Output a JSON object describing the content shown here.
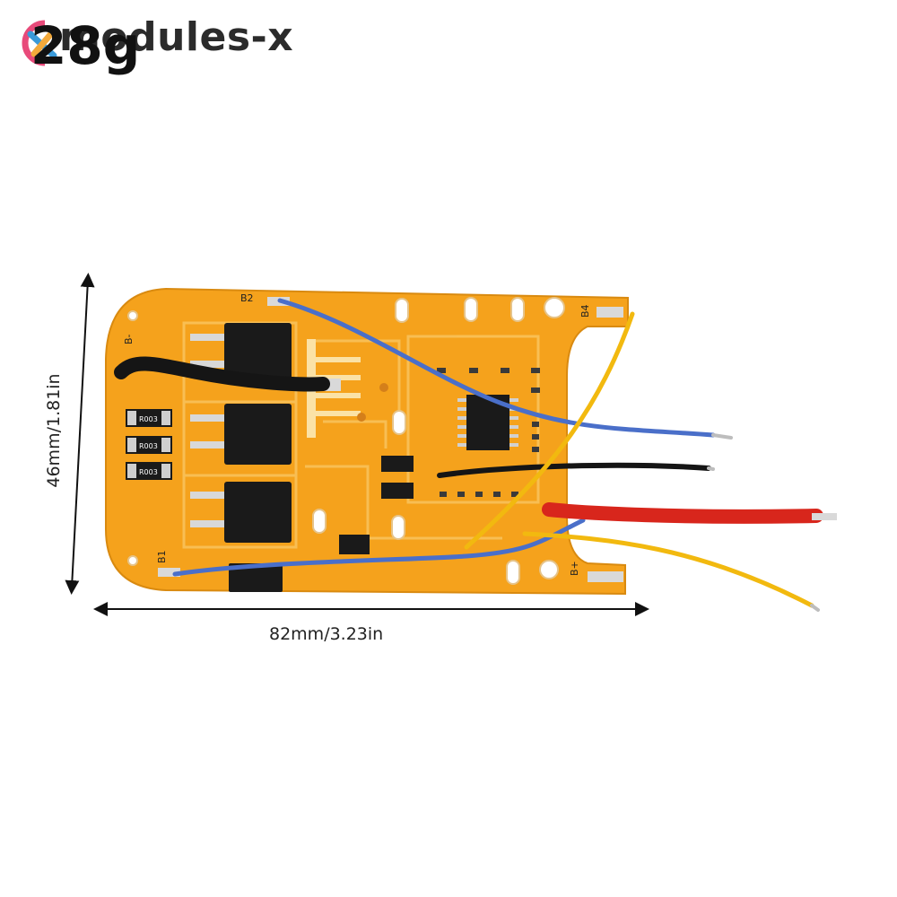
{
  "brand": {
    "name": "modules-x"
  },
  "weight_label": "28g",
  "dimensions": {
    "width": "82mm/3.23in",
    "height": "46mm/1.81in"
  },
  "board": {
    "pad_labels": [
      "B2",
      "B4",
      "B-",
      "B1",
      "B+"
    ],
    "component_labels": [
      "R003",
      "R003",
      "R003"
    ]
  },
  "colors": {
    "pcb": "#f5a21c",
    "pcb_trace": "#f9c25a",
    "wire_blue": "#4a6fc9",
    "wire_black": "#151515",
    "wire_red": "#d8261c",
    "wire_yellow": "#f2b90f",
    "brand_text": "#2b2b2b"
  }
}
